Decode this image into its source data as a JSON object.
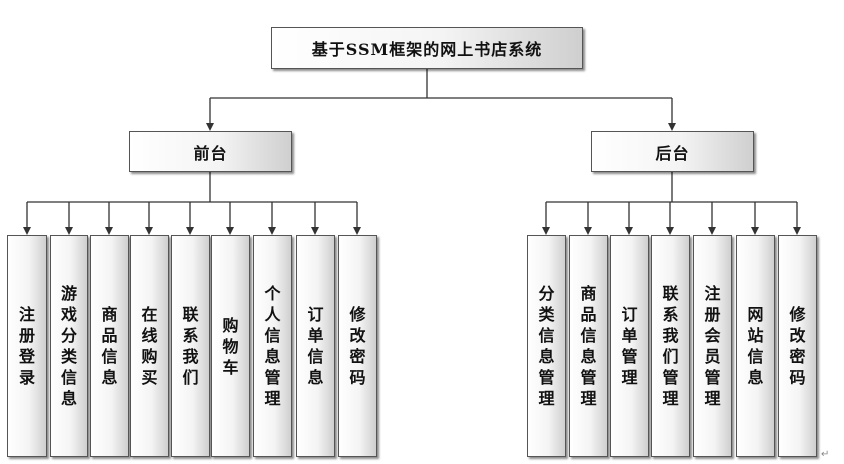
{
  "root": {
    "label": "基于SSM框架的网上书店系统"
  },
  "front": {
    "label": "前台",
    "modules": [
      "注册登录",
      "游戏分类信息",
      "商品信息",
      "在线购买",
      "联系我们",
      "购物车",
      "个人信息管理",
      "订单信息",
      "修改密码"
    ]
  },
  "back": {
    "label": "后台",
    "modules": [
      "分类信息管理",
      "商品信息管理",
      "订单管理",
      "联系我们管理",
      "注册会员管理",
      "网站信息",
      "修改密码"
    ]
  },
  "style": {
    "line_color": "#333333",
    "box_border": "#555555"
  }
}
